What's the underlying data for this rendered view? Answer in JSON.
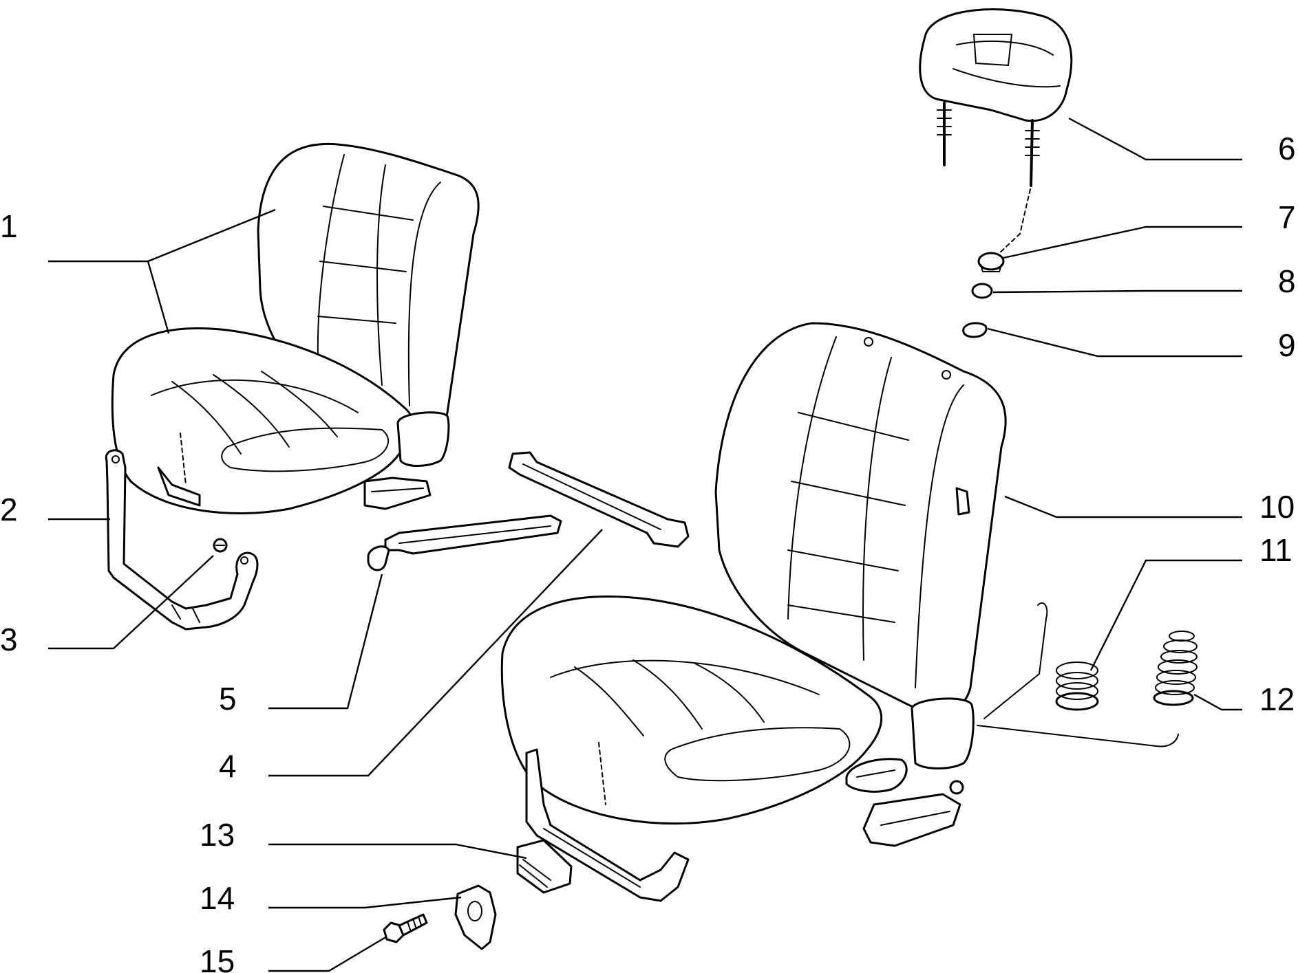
{
  "callouts": [
    {
      "id": "1",
      "part": "front-seat-assembly"
    },
    {
      "id": "2",
      "part": "seat-frame-bar"
    },
    {
      "id": "3",
      "part": "screw"
    },
    {
      "id": "4",
      "part": "seat-rail-right"
    },
    {
      "id": "5",
      "part": "seat-rail-left"
    },
    {
      "id": "6",
      "part": "headrest"
    },
    {
      "id": "7",
      "part": "headrest-guide-bushing"
    },
    {
      "id": "8",
      "part": "bushing"
    },
    {
      "id": "9",
      "part": "clip"
    },
    {
      "id": "10",
      "part": "seat-with-headrest"
    },
    {
      "id": "11",
      "part": "spring"
    },
    {
      "id": "12",
      "part": "spring"
    },
    {
      "id": "13",
      "part": "cap"
    },
    {
      "id": "14",
      "part": "bracket"
    },
    {
      "id": "15",
      "part": "bolt"
    }
  ],
  "colors": {
    "line": "#000000",
    "background": "#ffffff"
  }
}
